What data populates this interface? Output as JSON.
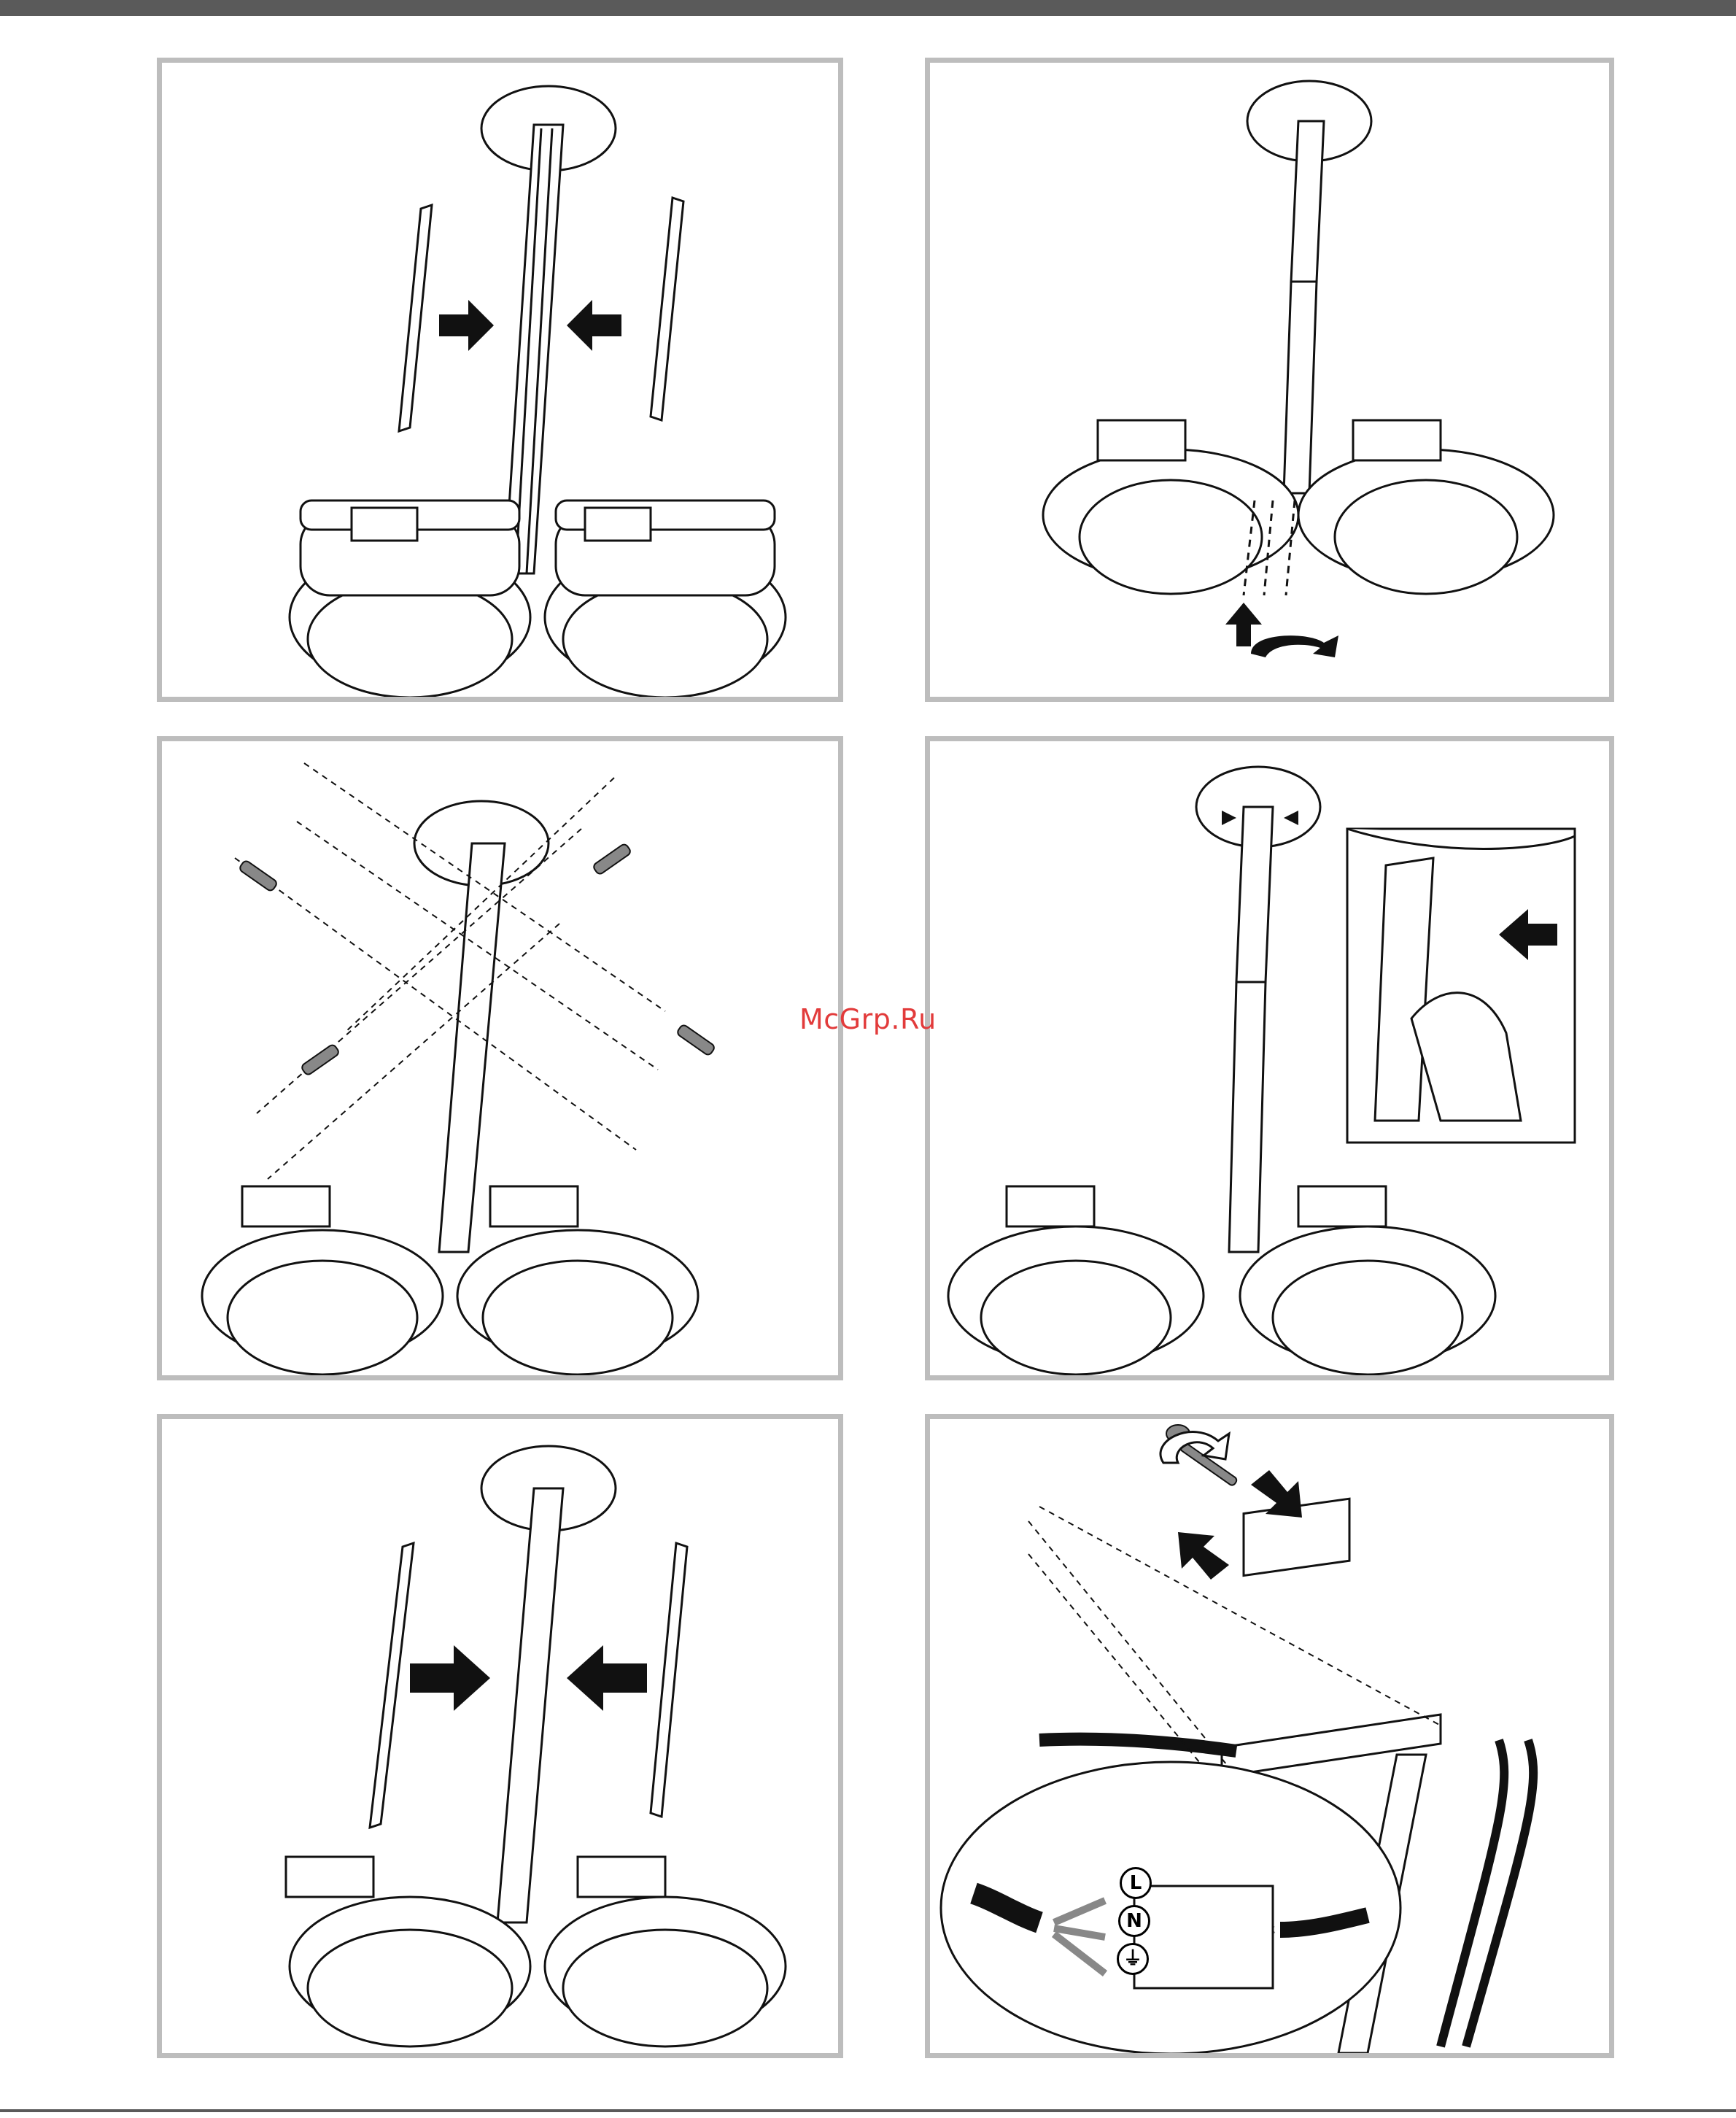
{
  "watermark": "McGrp.Ru",
  "wiring": {
    "live_label": "L",
    "neutral_label": "N",
    "earth_label": "⏚"
  },
  "colors": {
    "frame": "#bdbdbd",
    "ink": "#111111",
    "watermark": "#e23b3b",
    "header_bar": "#5a5a5a"
  },
  "steps": [
    {
      "name": "attach-side-covers",
      "icons": [
        "arrow-right-icon",
        "arrow-left-icon"
      ]
    },
    {
      "name": "screw-base",
      "icons": [
        "arrow-up-icon",
        "rotate-icon"
      ]
    },
    {
      "name": "fix-screws",
      "icons": [
        "screwdriver-icon",
        "screwdriver-icon",
        "screwdriver-icon",
        "screwdriver-icon"
      ]
    },
    {
      "name": "press-clip",
      "icons": [
        "arrow-left-icon",
        "hand-icon"
      ]
    },
    {
      "name": "attach-long-covers",
      "icons": [
        "arrow-right-icon",
        "arrow-left-icon"
      ]
    },
    {
      "name": "wiring",
      "icons": [
        "screwdriver-icon",
        "arrow-down-right-icon",
        "arrow-up-left-icon"
      ]
    }
  ]
}
